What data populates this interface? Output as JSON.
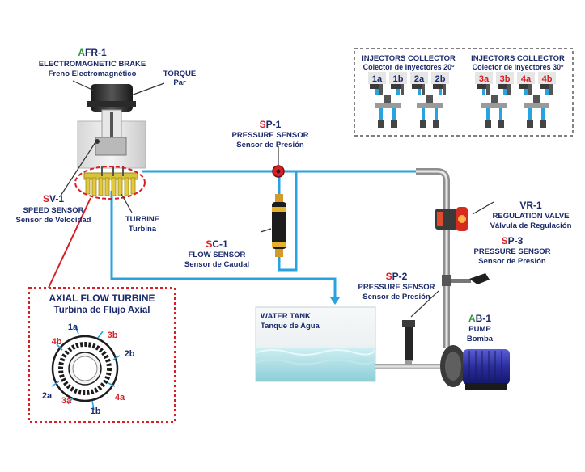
{
  "components": {
    "brake": {
      "prefix": "A",
      "code": "FR-1",
      "name": "ELECTROMAGNETIC BRAKE",
      "name_es": "Freno Electromagnético"
    },
    "torque": {
      "name": "TORQUE",
      "name_es": "Par"
    },
    "speed_sensor": {
      "prefix": "S",
      "code": "V-1",
      "name": "SPEED SENSOR",
      "name_es": "Sensor de Velocidad"
    },
    "turbine": {
      "name": "TURBINE",
      "name_es": "Turbina"
    },
    "pressure_1": {
      "prefix": "S",
      "code": "P-1",
      "name": "PRESSURE SENSOR",
      "name_es": "Sensor de Presión"
    },
    "flow_sensor": {
      "prefix": "S",
      "code": "C-1",
      "name": "FLOW SENSOR",
      "name_es": "Sensor de Caudal"
    },
    "valve": {
      "prefix": "V",
      "code": "R-1",
      "name": "REGULATION VALVE",
      "name_es": "Válvula de Regulación"
    },
    "pressure_3": {
      "prefix": "S",
      "code": "P-3",
      "name": "PRESSURE SENSOR",
      "name_es": "Sensor de Presión"
    },
    "pressure_2": {
      "prefix": "S",
      "code": "P-2",
      "name": "PRESSURE SENSOR",
      "name_es": "Sensor de Presión"
    },
    "pump": {
      "prefix": "A",
      "code": "B-1",
      "name": "PUMP",
      "name_es": "Bomba"
    },
    "tank": {
      "name": "WATER TANK",
      "name_es": "Tanque de Agua"
    }
  },
  "injectors": {
    "group_20": {
      "title": "INJECTORS COLLECTOR",
      "subtitle": "Colector de Inyectores 20º",
      "labels": [
        "1a",
        "1b",
        "2a",
        "2b"
      ]
    },
    "group_30": {
      "title": "INJECTORS COLLECTOR",
      "subtitle": "Colector de Inyectores 30º",
      "labels": [
        "3a",
        "3b",
        "4a",
        "4b"
      ]
    }
  },
  "axial": {
    "title": "AXIAL FLOW TURBINE",
    "subtitle": "Turbina de Flujo Axial",
    "labels": {
      "1a": "1a",
      "3b": "3b",
      "2b": "2b",
      "4a": "4a",
      "1b": "1b",
      "3a": "3a",
      "2a": "2a",
      "4b": "4b"
    }
  },
  "colors": {
    "navy": "#1b2a6b",
    "red": "#d81f26",
    "green": "#2e9a3a",
    "pipe_blue": "#29a3e0",
    "dark_line": "#333333"
  }
}
